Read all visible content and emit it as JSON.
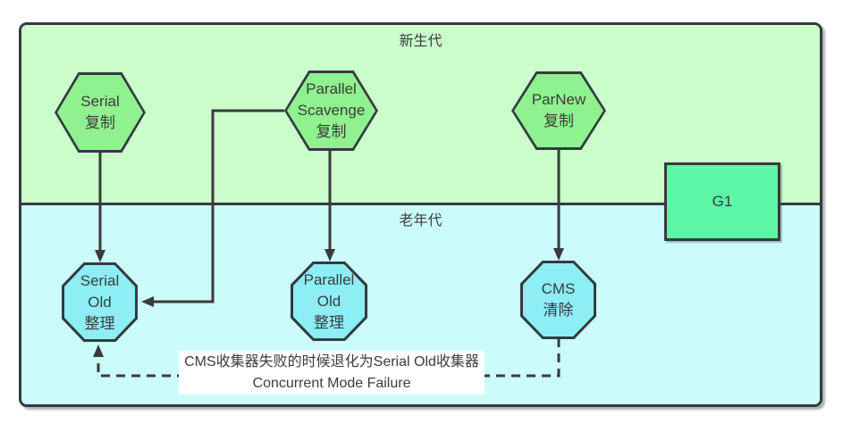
{
  "regions": {
    "young": {
      "label": "新生代",
      "bg": "#cbfecb"
    },
    "old": {
      "label": "老年代",
      "bg": "#ccfbfc"
    }
  },
  "nodes": {
    "serial": {
      "shape": "hexagon",
      "lines": [
        "Serial",
        "复制"
      ]
    },
    "parallel_scavenge": {
      "shape": "hexagon",
      "lines": [
        "Parallel",
        "Scavenge",
        "复制"
      ]
    },
    "parnew": {
      "shape": "hexagon",
      "lines": [
        "ParNew",
        "复制"
      ]
    },
    "g1": {
      "shape": "rectangle",
      "label": "G1"
    },
    "serial_old": {
      "shape": "octagon",
      "lines": [
        "Serial",
        "Old",
        "整理"
      ]
    },
    "parallel_old": {
      "shape": "octagon",
      "lines": [
        "Parallel",
        "Old",
        "整理"
      ]
    },
    "cms": {
      "shape": "octagon",
      "lines": [
        "CMS",
        "清除"
      ]
    }
  },
  "annotation": {
    "line1": "CMS收集器失败的时候退化为Serial Old收集器",
    "line2": "Concurrent Mode Failure"
  },
  "edges": [
    "serial -> serial_old (solid arrow)",
    "parallel_scavenge -> parallel_old (solid arrow)",
    "parallel_scavenge -> serial_old (solid elbow arrow)",
    "parnew -> cms (solid arrow)",
    "cms -> serial_old (dashed arrow)"
  ],
  "colors": {
    "young_bg": "#cbfecb",
    "old_bg": "#ccfbfc",
    "hexagon_fill": "#8ff28e",
    "octagon_fill": "#8deef5",
    "g1_fill": "#5df5a6",
    "border": "#333b40",
    "wire": "#3a3a3a",
    "text": "#3c3c3c",
    "annotation_bg": "#ffffff"
  }
}
